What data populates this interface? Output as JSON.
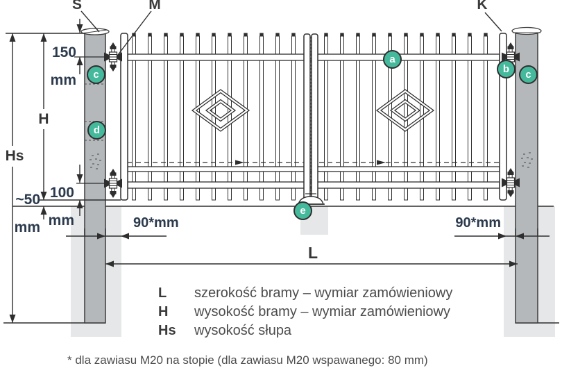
{
  "callouts": {
    "s": "S",
    "m": "M",
    "k": "K"
  },
  "dimensions": {
    "top_offset": {
      "value": "150",
      "unit": "mm"
    },
    "bottom_hinge": {
      "value": "100",
      "unit": "mm"
    },
    "ground_clearance": {
      "value": "~50",
      "unit": "mm"
    },
    "hinge_offset_left": "90*mm",
    "hinge_offset_right": "90*mm",
    "width": "L",
    "height": "H",
    "post_height": "Hs"
  },
  "badges": {
    "a": "a",
    "b": "b",
    "c": "c",
    "d": "d",
    "e": "e"
  },
  "legend": [
    {
      "symbol": "L",
      "text": "szerokość bramy – wymiar zamówieniowy"
    },
    {
      "symbol": "H",
      "text": "wysokość bramy – wymiar zamówieniowy"
    },
    {
      "symbol": "Hs",
      "text": "wysokość słupa"
    }
  ],
  "footnote": "* dla zawiasu M20 na stopie (dla zawiasu M20 wspawanego: 80 mm)",
  "colors": {
    "badge_teal": "#45b99c",
    "post_gray": "#b4b8ba",
    "foundation_gray": "#e6e7e8",
    "line": "#2e2e2e",
    "dim_text": "#2b3a4d"
  }
}
